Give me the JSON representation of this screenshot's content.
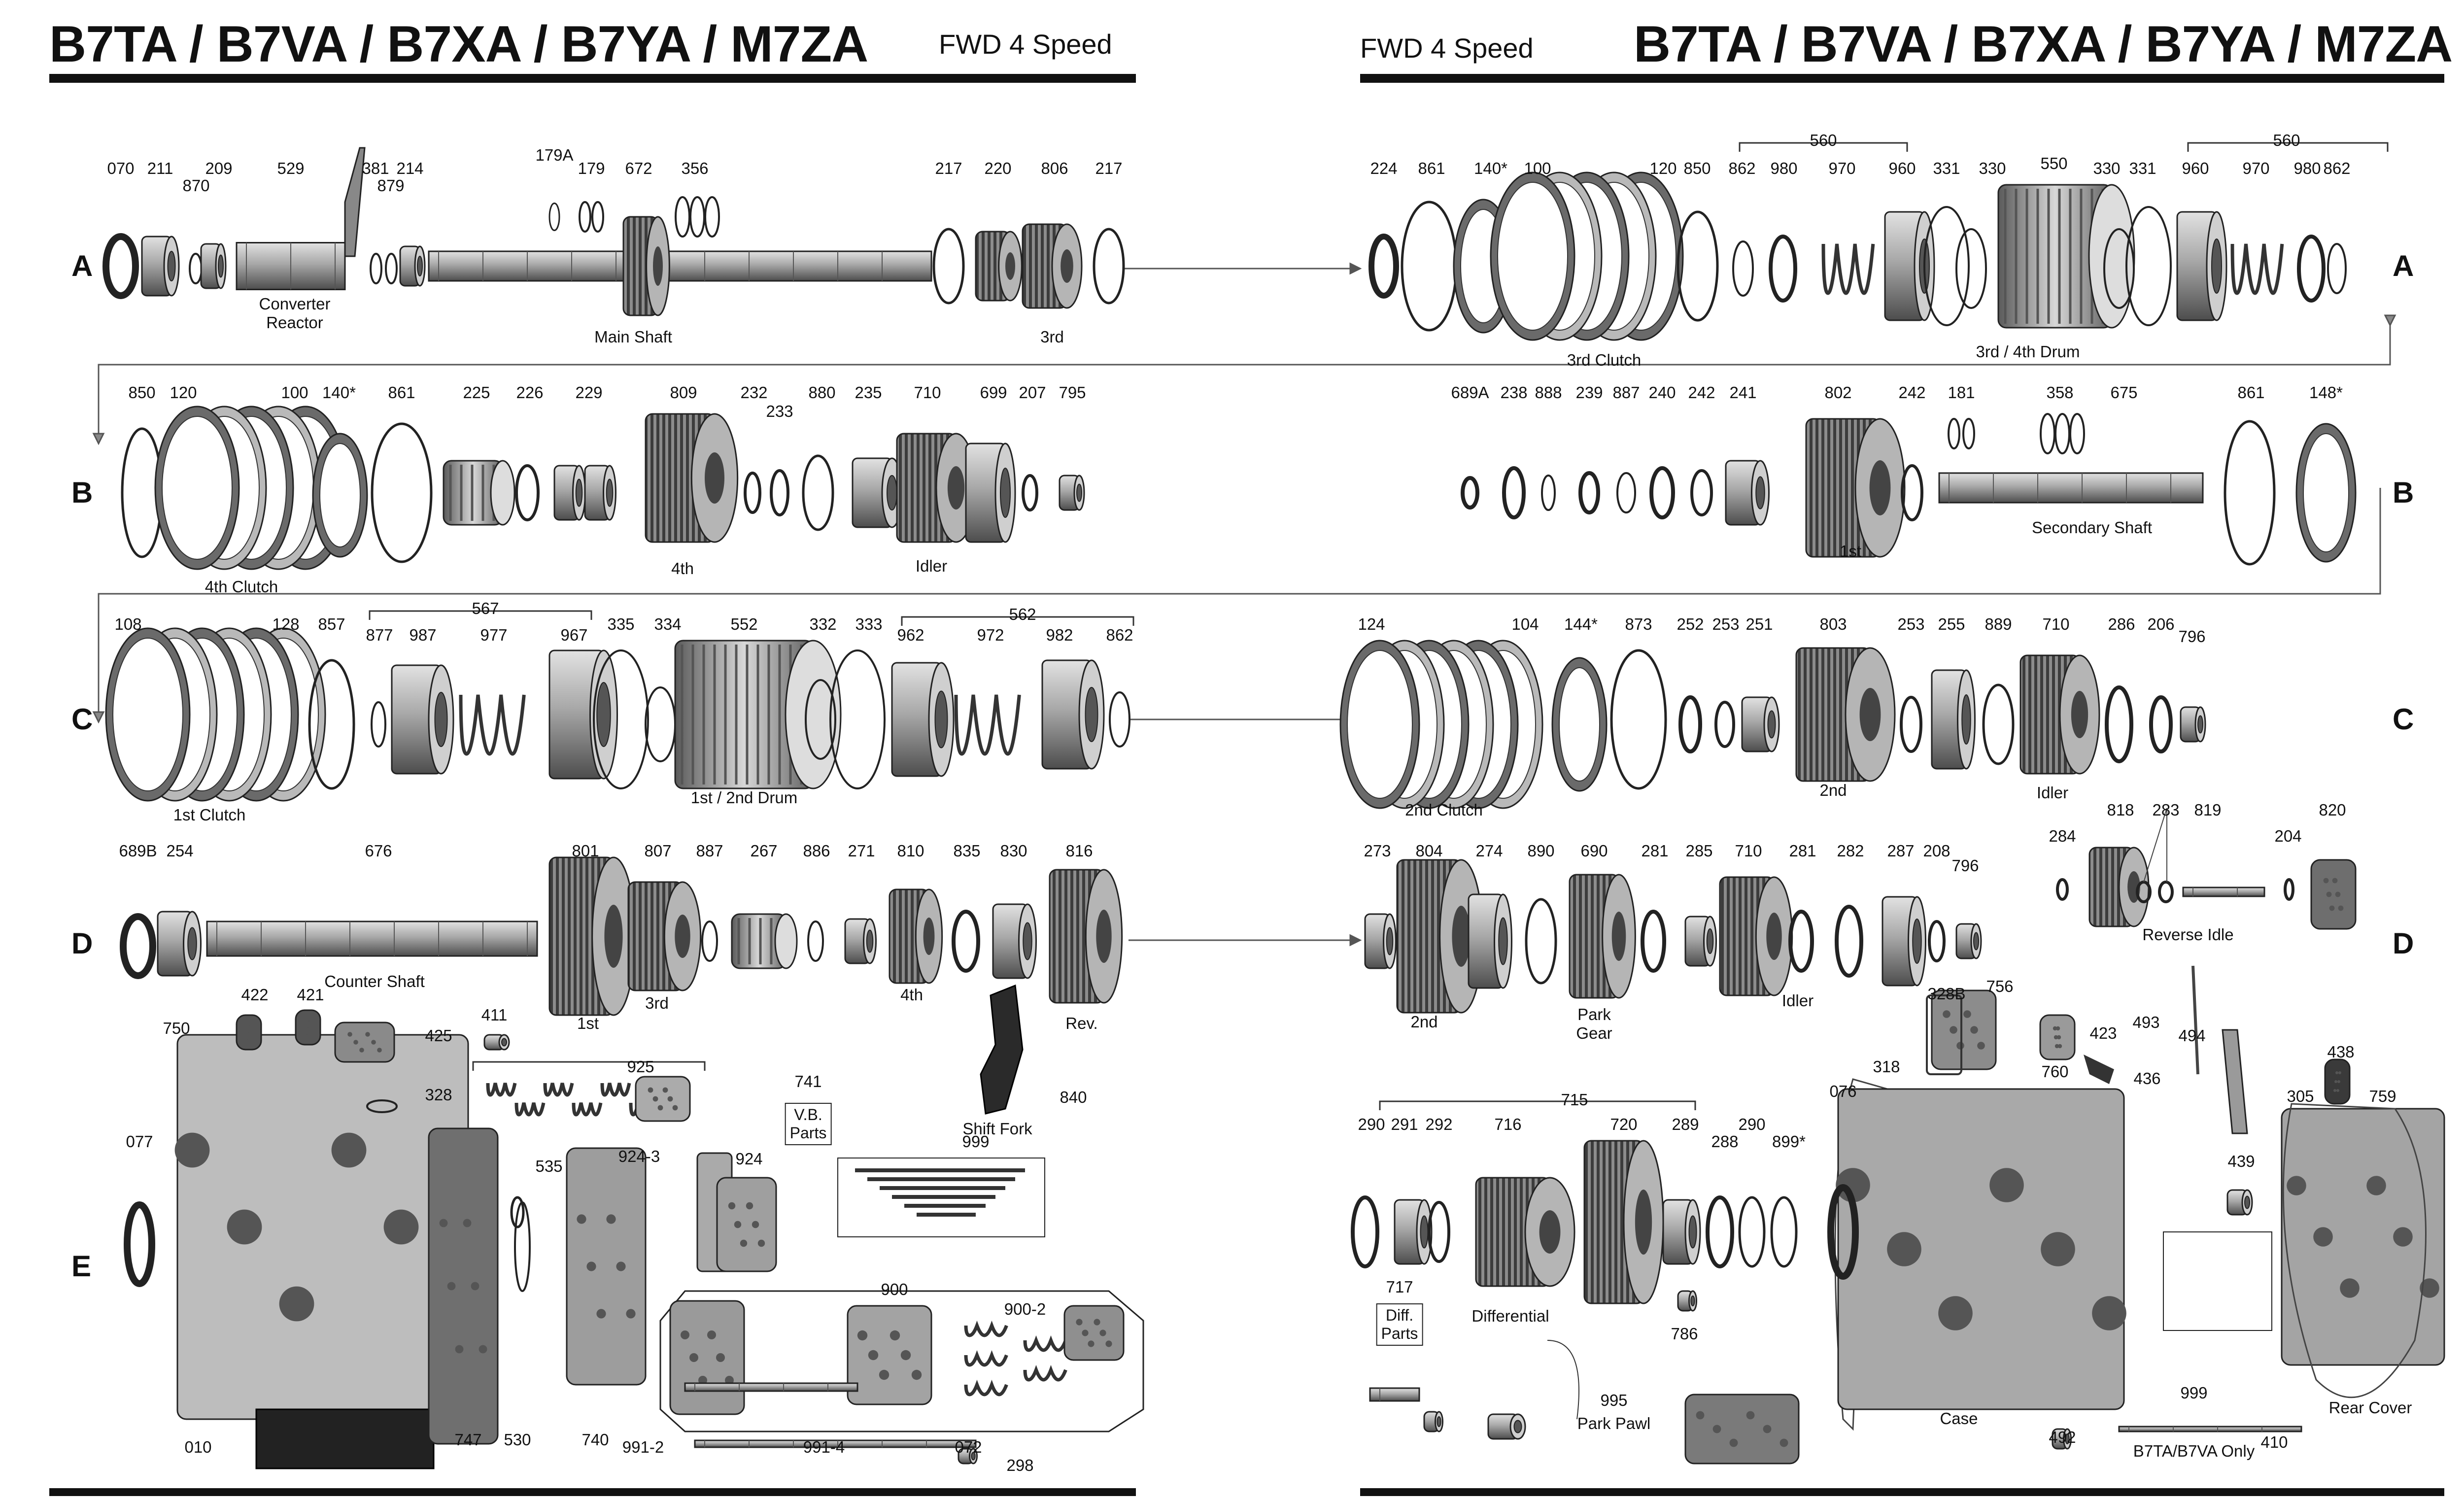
{
  "header": {
    "left_title": "B7TA / B7VA / B7XA / B7YA / M7ZA",
    "left_subtitle": "FWD 4 Speed",
    "right_subtitle": "FWD 4 Speed",
    "right_title": "B7TA / B7VA / B7XA / B7YA / M7ZA"
  },
  "row_labels": {
    "A": "A",
    "B": "B",
    "C": "C",
    "D": "D",
    "E": "E"
  },
  "parts": {
    "a_left": [
      "070",
      "211",
      "870",
      "209",
      "529",
      "381",
      "879",
      "214",
      "179A",
      "179",
      "672",
      "356",
      "217",
      "220",
      "806",
      "217"
    ],
    "a_right": [
      "224",
      "861",
      "140*",
      "100",
      "120",
      "850",
      "862",
      "980",
      "970",
      "960",
      "331",
      "330",
      "550",
      "330",
      "331",
      "960",
      "970",
      "980",
      "862"
    ],
    "a_right_groups": [
      "560",
      "560"
    ],
    "b_left": [
      "850",
      "120",
      "100",
      "140*",
      "861",
      "225",
      "226",
      "229",
      "809",
      "232",
      "233",
      "880",
      "235",
      "710",
      "699",
      "207",
      "795"
    ],
    "b_right": [
      "689A",
      "238",
      "888",
      "239",
      "887",
      "240",
      "242",
      "241",
      "802",
      "242",
      "181",
      "358",
      "675",
      "861",
      "148*"
    ],
    "c_left": [
      "108",
      "128",
      "857",
      "877",
      "987",
      "977",
      "967",
      "335",
      "334",
      "552",
      "332",
      "333",
      "962",
      "972",
      "982",
      "862"
    ],
    "c_left_groups": [
      "567",
      "562"
    ],
    "c_right": [
      "124",
      "104",
      "144*",
      "873",
      "252",
      "253",
      "251",
      "803",
      "253",
      "255",
      "889",
      "710",
      "286",
      "206",
      "796"
    ],
    "d_left": [
      "689B",
      "254",
      "676",
      "801",
      "807",
      "887",
      "267",
      "886",
      "271",
      "810",
      "835",
      "830",
      "816"
    ],
    "d_right": [
      "273",
      "804",
      "274",
      "890",
      "690",
      "281",
      "285",
      "710",
      "281",
      "282",
      "287",
      "208",
      "796",
      "284",
      "818",
      "283",
      "819",
      "204",
      "820"
    ],
    "e_left": [
      "422",
      "421",
      "425",
      "750",
      "328",
      "411",
      "925",
      "741",
      "077",
      "535",
      "924-3",
      "924",
      "999",
      "900",
      "900-2",
      "747",
      "530",
      "740",
      "010",
      "991-2",
      "991-4",
      "072",
      "298",
      "840"
    ],
    "e_right": [
      "328B",
      "756",
      "423",
      "436",
      "493",
      "494",
      "318",
      "760",
      "438",
      "076",
      "305",
      "759",
      "715",
      "290",
      "291",
      "292",
      "716",
      "720",
      "289",
      "288",
      "290",
      "899*",
      "439",
      "717",
      "786",
      "995",
      "410",
      "492",
      "999"
    ]
  },
  "captions": {
    "converter_reactor": "Converter\nReactor",
    "main_shaft": "Main Shaft",
    "third": "3rd",
    "third_clutch": "3rd Clutch",
    "third_fourth_drum": "3rd / 4th Drum",
    "fourth_clutch": "4th Clutch",
    "fourth": "4th",
    "idler": "Idler",
    "first": "1st",
    "secondary_shaft": "Secondary Shaft",
    "first_clutch": "1st Clutch",
    "first_second_drum": "1st / 2nd Drum",
    "second_clutch": "2nd Clutch",
    "second": "2nd",
    "idler_c": "Idler",
    "counter_shaft": "Counter Shaft",
    "first_d": "1st",
    "third_d": "3rd",
    "fourth_d": "4th",
    "rev": "Rev.",
    "reverse_idle": "Reverse Idle",
    "second_d": "2nd",
    "park_gear": "Park\nGear",
    "idler_d": "Idler",
    "shift_fork": "Shift Fork",
    "vb_parts": "V.B.\nParts",
    "diff_parts": "Diff.\nParts",
    "differential": "Differential",
    "park_pawl": "Park Pawl",
    "case": "Case",
    "rear_cover": "Rear Cover",
    "b7ta_only": "B7TA/B7VA Only"
  },
  "colors": {
    "ink": "#111111",
    "metal_light": "#c9c9c9",
    "metal_mid": "#9a9a9a",
    "metal_dark": "#4a4a4a",
    "paper": "#ffffff"
  }
}
